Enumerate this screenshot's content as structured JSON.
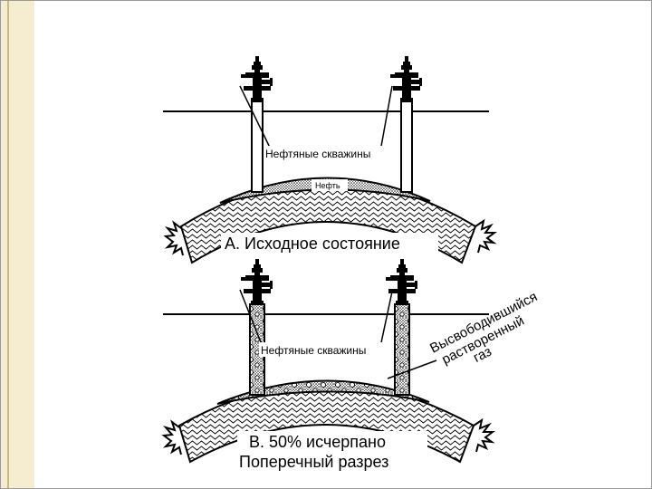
{
  "panel_a": {
    "wells_label": "Нефтяные скважины",
    "oil_label": "Нефть",
    "caption": "А.  Исходное состояние"
  },
  "panel_b": {
    "wells_label": "Нефтяные скважины",
    "gas_line1": "Высвободившийся",
    "gas_line2": "растворенный",
    "gas_line3": "газ",
    "caption_line1": "В.  50% исчерпано",
    "caption_line2": "Поперечный разрез"
  }
}
